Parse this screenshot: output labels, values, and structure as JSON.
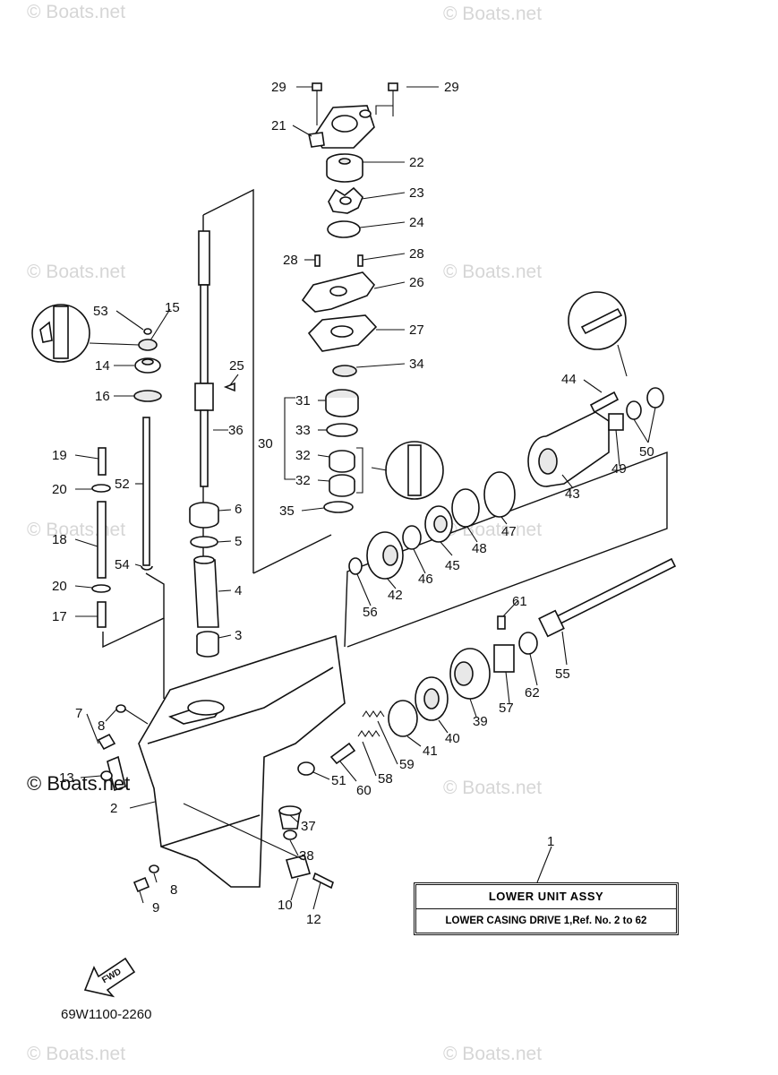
{
  "watermark": "© Boats.net",
  "watermark_bold": "© Boats.net",
  "title_box": {
    "callout": "1",
    "title": "LOWER  UNIT  ASSY",
    "subtitle": "LOWER CASING DRIVE 1,Ref. No. 2 to 62"
  },
  "catalog_code": "69W1100-2260",
  "fwd_label": "FWD",
  "callouts": [
    "2",
    "3",
    "4",
    "5",
    "6",
    "7",
    "8",
    "8",
    "9",
    "10",
    "12",
    "13",
    "14",
    "15",
    "16",
    "17",
    "18",
    "19",
    "20",
    "20",
    "21",
    "22",
    "23",
    "24",
    "25",
    "26",
    "27",
    "28",
    "28",
    "29",
    "29",
    "30",
    "31",
    "32",
    "32",
    "33",
    "34",
    "35",
    "36",
    "37",
    "38",
    "39",
    "40",
    "41",
    "42",
    "43",
    "44",
    "45",
    "46",
    "47",
    "48",
    "49",
    "50",
    "51",
    "52",
    "53",
    "54",
    "55",
    "56",
    "57",
    "58",
    "59",
    "60",
    "61",
    "62"
  ]
}
